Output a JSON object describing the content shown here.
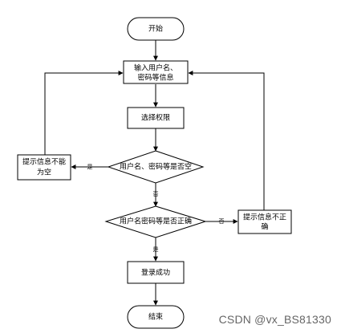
{
  "flowchart": {
    "nodes": {
      "start": "开始",
      "input_line1": "输入用户名、",
      "input_line2": "密码等信息",
      "select_role": "选择权限",
      "check_empty": "用户名、密码等是否空",
      "prompt_empty_line1": "提示信息不能",
      "prompt_empty_line2": "为空",
      "check_correct": "用户名密码等是否正确",
      "prompt_incorrect_line1": "提示信息不正",
      "prompt_incorrect_line2": "确",
      "login_success": "登录成功",
      "end": "结束"
    },
    "edge_labels": {
      "empty_yes": "是",
      "empty_no": "否",
      "correct_no": "否",
      "correct_yes": "是"
    }
  },
  "watermark": "CSDN @vx_BS81330"
}
